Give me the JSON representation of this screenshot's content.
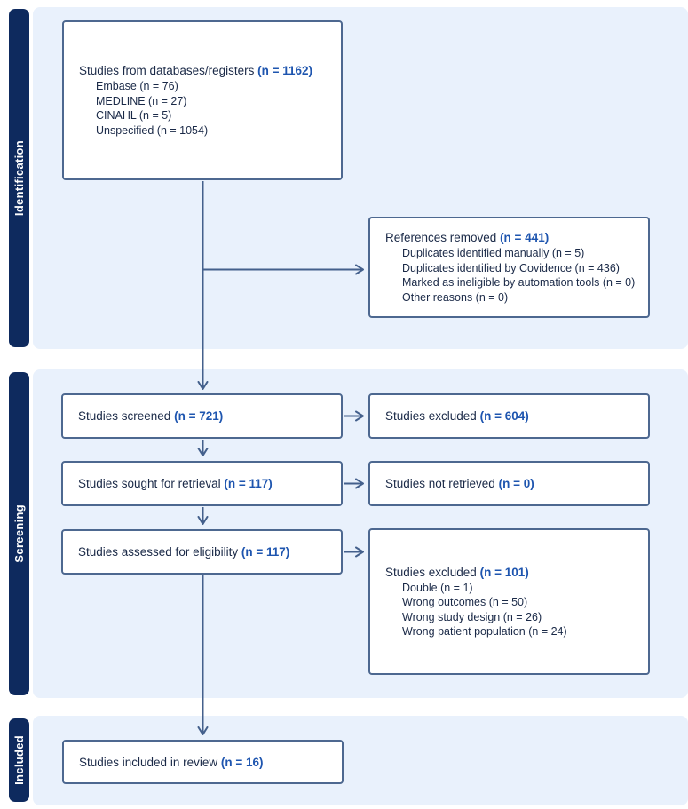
{
  "diagram": {
    "type": "prisma-flow",
    "colors": {
      "band_background": "#e9f1fc",
      "tab_background": "#0e2a5e",
      "box_border": "#4d6890",
      "arrow": "#44608c",
      "text": "#1a2947",
      "count_accent": "#1e55af"
    }
  },
  "sidebar": {
    "identification": "Identification",
    "screening": "Screening",
    "included": "Included"
  },
  "boxes": {
    "databases": {
      "label": "Studies from databases/registers ",
      "count": "(n = 1162)",
      "items": [
        "Embase (n = 76)",
        "MEDLINE (n = 27)",
        "CINAHL (n = 5)",
        "Unspecified (n = 1054)"
      ]
    },
    "references_removed": {
      "label": "References removed ",
      "count": "(n = 441)",
      "items": [
        "Duplicates identified manually (n = 5)",
        "Duplicates identified by Covidence (n = 436)",
        "Marked as ineligible by automation tools (n = 0)",
        "Other reasons (n = 0)"
      ]
    },
    "screened": {
      "label": "Studies screened ",
      "count": "(n = 721)"
    },
    "excluded_screening": {
      "label": "Studies excluded ",
      "count": "(n = 604)"
    },
    "sought": {
      "label": "Studies sought for retrieval ",
      "count": "(n = 117)"
    },
    "not_retrieved": {
      "label": "Studies not retrieved ",
      "count": "(n = 0)"
    },
    "assessed": {
      "label": "Studies assessed for eligibility ",
      "count": "(n = 117)"
    },
    "excluded_eligibility": {
      "label": "Studies excluded ",
      "count": "(n = 101)",
      "items": [
        "Double (n = 1)",
        "Wrong outcomes (n = 50)",
        "Wrong study design (n = 26)",
        "Wrong patient population (n = 24)"
      ]
    },
    "included": {
      "label": "Studies included in review ",
      "count": "(n = 16)"
    }
  }
}
